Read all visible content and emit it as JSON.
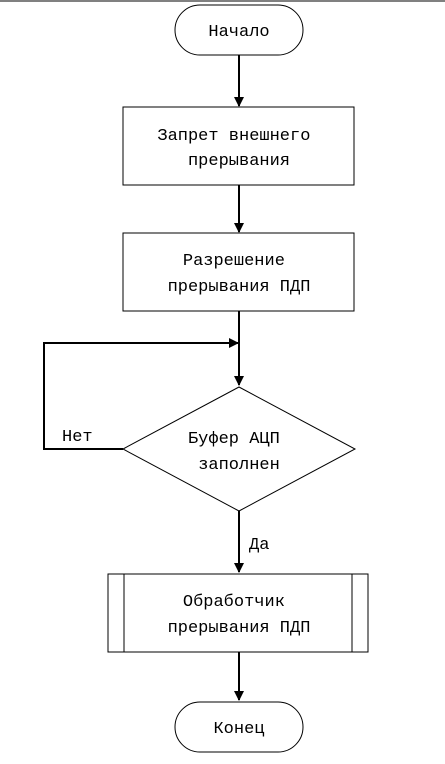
{
  "nodes": {
    "start": {
      "lines": [
        "Начало"
      ]
    },
    "disable_ext_interrupt": {
      "lines": [
        "Запрет внешнего",
        "прерывания"
      ]
    },
    "enable_dma_interrupt": {
      "lines": [
        "Разрешение",
        "прерывания ПДП"
      ]
    },
    "adc_buffer_full": {
      "lines": [
        "Буфер АЦП",
        "заполнен"
      ]
    },
    "dma_interrupt_handler": {
      "lines": [
        "Обработчик",
        "прерывания ПДП"
      ]
    },
    "end": {
      "lines": [
        "Конец"
      ]
    }
  },
  "edges": {
    "no_label": "Нет",
    "yes_label": "Да"
  },
  "colors": {
    "stroke": "#000000",
    "fill": "#ffffff"
  }
}
